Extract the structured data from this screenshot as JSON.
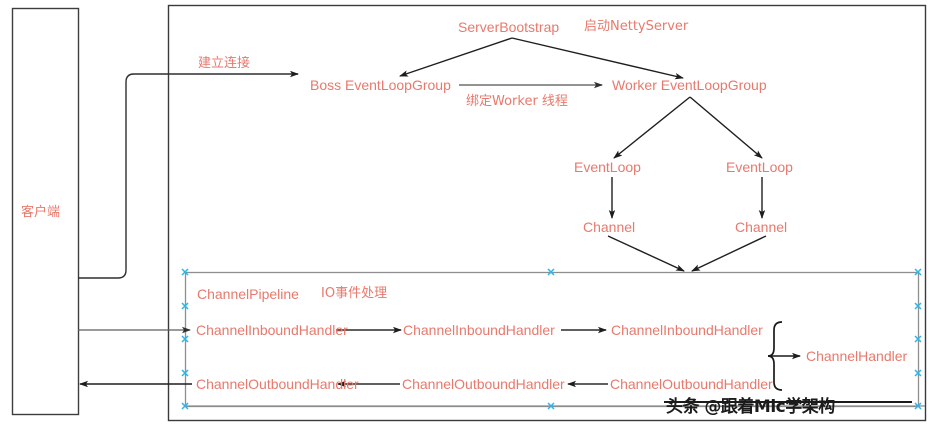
{
  "diagram": {
    "title": "Netty Server Architecture",
    "text_color": "#e8796d",
    "line_color": "#2b2b2b",
    "box_color": "#3a3a3a",
    "handle_color": "#29b6e8",
    "nodes": {
      "client": "客户端",
      "server_bootstrap": "ServerBootstrap",
      "start_netty_server": "启动NettyServer",
      "boss_group": "Boss EventLoopGroup",
      "worker_group": "Worker EventLoopGroup",
      "event_loop_left": "EventLoop",
      "event_loop_right": "EventLoop",
      "channel_left": "Channel",
      "channel_right": "Channel",
      "channel_pipeline": "ChannelPipeline",
      "io_event_handling": "IO事件处理",
      "inbound_1": "ChannelInboundHandler",
      "inbound_2": "ChannelInboundHandler",
      "inbound_3": "ChannelInboundHandler",
      "outbound_1": "ChannelOutboundHandler",
      "outbound_2": "ChannelOutboundHandler",
      "outbound_3": "ChannelOutboundHandler",
      "channel_handler": "ChannelHandler"
    },
    "edge_labels": {
      "establish_connection": "建立连接",
      "bind_worker_thread": "绑定Worker 线程"
    },
    "watermark": "头条 @跟着Mic学架构"
  }
}
